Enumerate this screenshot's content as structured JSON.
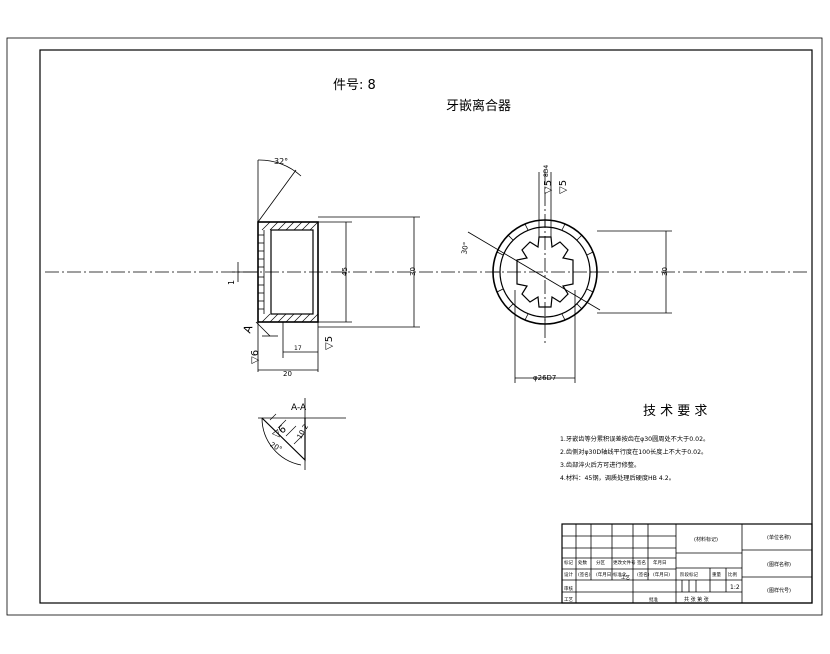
{
  "drawing": {
    "part_no_label": "件号: 8",
    "title": "牙嵌离合器",
    "tech_title": "技 术 要 求",
    "requirements": [
      "1.牙嵌齿等分累积误差按齿在φ30圆周处不大于0.02。",
      "2.齿侧对φ30D轴线平行度在100长度上不大于0.02。",
      "3.齿部淬火后方可进行修整。",
      "4.材料：45钢，调质处理后硬度HB 4.2。"
    ],
    "section_label": "A-A",
    "section_mark": "A"
  },
  "dimensions": {
    "angle_top": "32°",
    "width_45": "45",
    "dia_30": "30",
    "thread_t": "1",
    "dim_17": "17",
    "dim_20": "20",
    "rough_6": "▽6",
    "rough_5": "▽5",
    "angle_30": "30°",
    "dim_8d4": "8D4",
    "rough_5_r": "▽5",
    "dia_30_r": "30",
    "dim_bottom": "φ26D7",
    "rough_6_sec": "▽6",
    "angle_20": "20°",
    "dim_10": "10.2"
  },
  "title_block": {
    "part_name": "(材料标记)",
    "unit": "(单位名称)",
    "drawing_name": "(图样名称)",
    "drawing_code": "(图样代号)",
    "rows": [
      "标记",
      "处数",
      "分区",
      "更改文件号",
      "签名",
      "年月日"
    ],
    "roles": [
      "设计",
      "(签名)",
      "(年月日)",
      "标准化",
      "(签名)",
      "(年月日)"
    ],
    "stage": "阶段标记",
    "weight": "重量",
    "scale": "比例",
    "scale_value": "1:2",
    "review": "审核",
    "craft": "工艺",
    "approve": "批准",
    "sheets": "共 张   第 张",
    "process": "工艺"
  }
}
